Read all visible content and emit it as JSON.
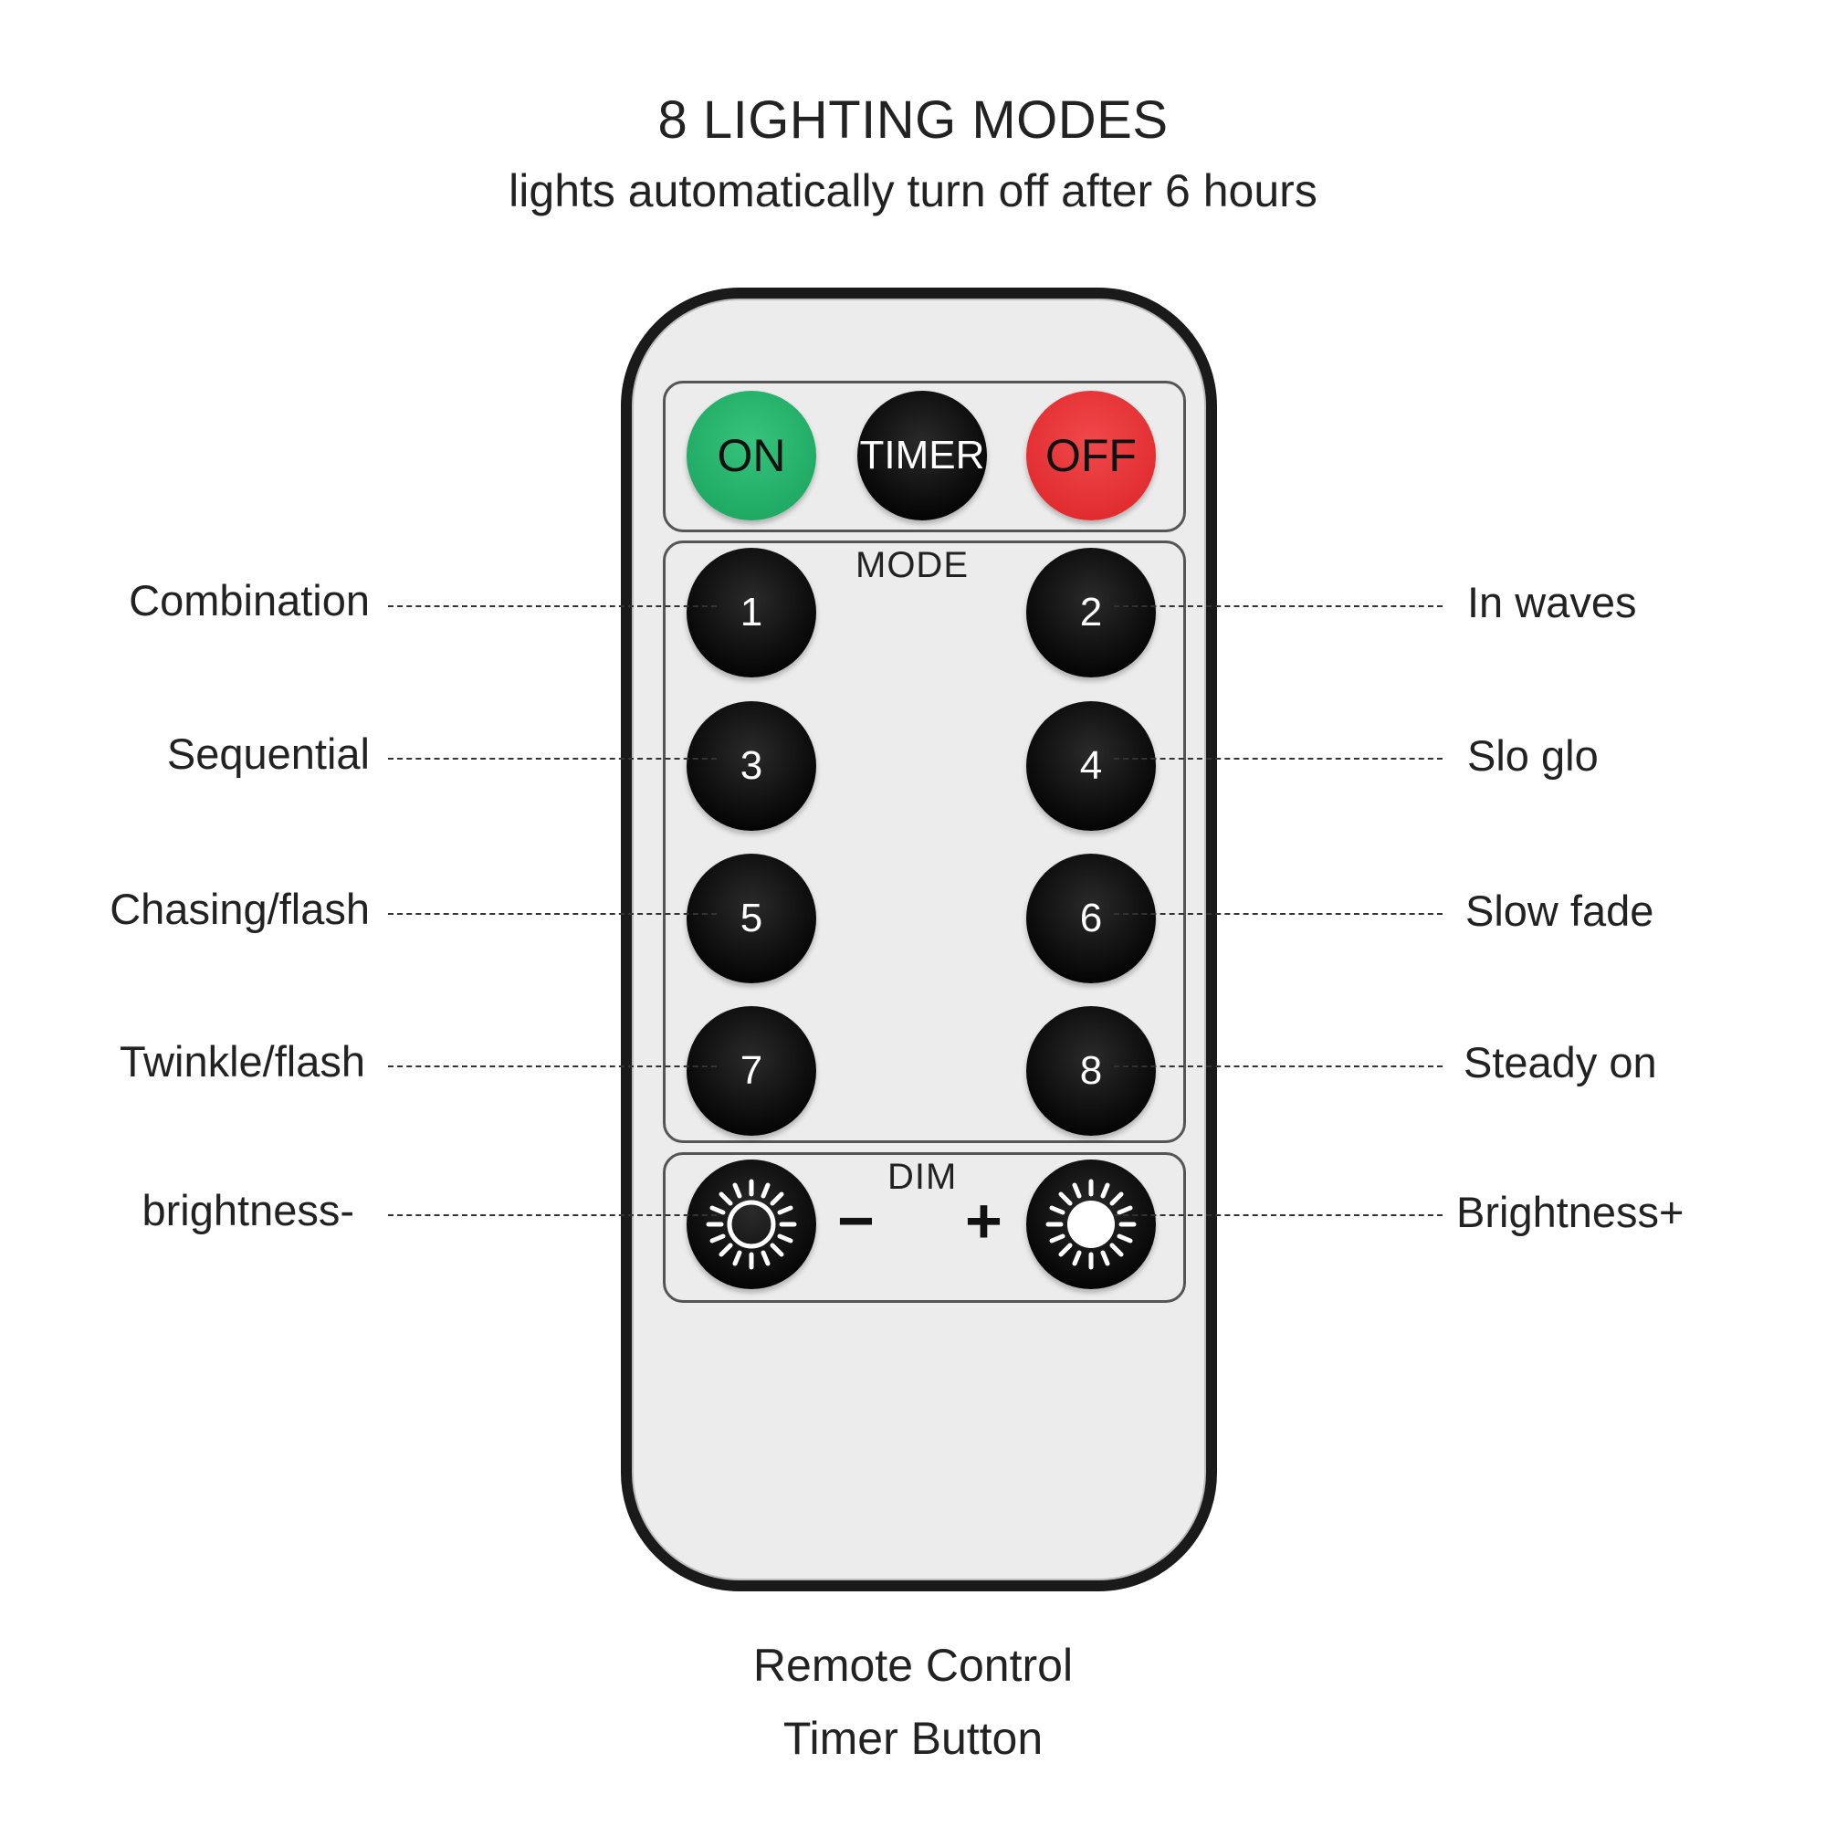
{
  "header": {
    "title": "8 LIGHTING MODES",
    "subtitle": "lights automatically turn off after 6 hours"
  },
  "remote": {
    "top_buttons": {
      "on": "ON",
      "timer": "TIMER",
      "off": "OFF"
    },
    "mode_label": "MODE",
    "dim_label": "DIM",
    "minus_symbol": "−",
    "plus_symbol": "+",
    "mode_buttons": [
      "1",
      "2",
      "3",
      "4",
      "5",
      "6",
      "7",
      "8"
    ],
    "colors": {
      "on": "#1ea862",
      "off": "#e02a2e",
      "button": "#0a0a0a",
      "body": "#ececec"
    }
  },
  "left_labels": [
    "Combination",
    "Sequential",
    "Chasing/flash",
    "Twinkle/flash",
    "brightness-"
  ],
  "right_labels": [
    "In waves",
    "Slo glo",
    "Slow fade",
    "Steady on",
    "Brightness+"
  ],
  "footer": {
    "line1": "Remote Control",
    "line2": "Timer Button"
  }
}
